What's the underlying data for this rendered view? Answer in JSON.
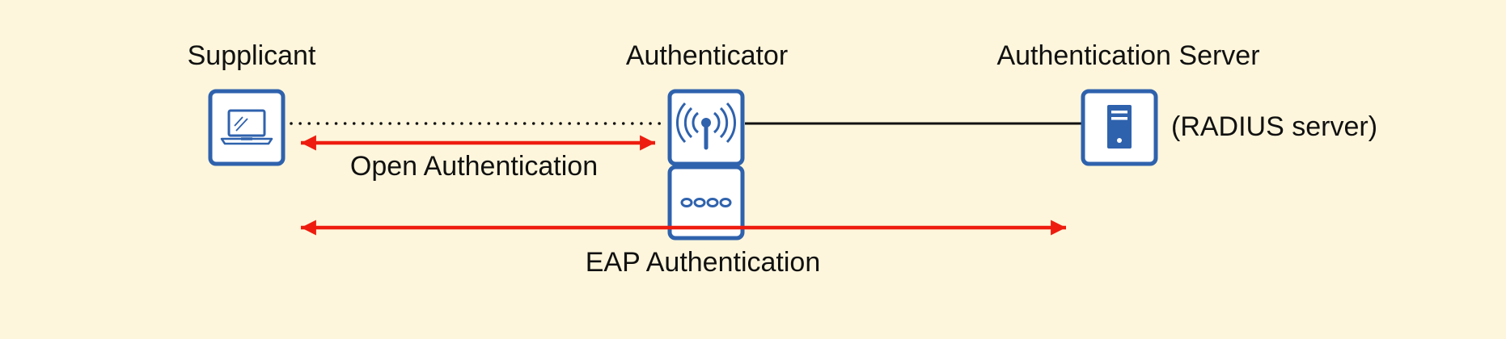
{
  "labels": {
    "supplicant": "Supplicant",
    "authenticator": "Authenticator",
    "auth_server": "Authentication Server",
    "radius_note": "(RADIUS server)",
    "open_auth": "Open Authentication",
    "eap_auth": "EAP Authentication"
  },
  "icons": {
    "supplicant": "laptop-icon",
    "access_point": "wireless-access-point-icon",
    "switch": "switch-icon",
    "server": "server-icon"
  },
  "colors": {
    "background": "#fdf6dc",
    "icon_blue": "#2f62ad",
    "arrow_red": "#ee1c0f",
    "line": "#111111"
  }
}
